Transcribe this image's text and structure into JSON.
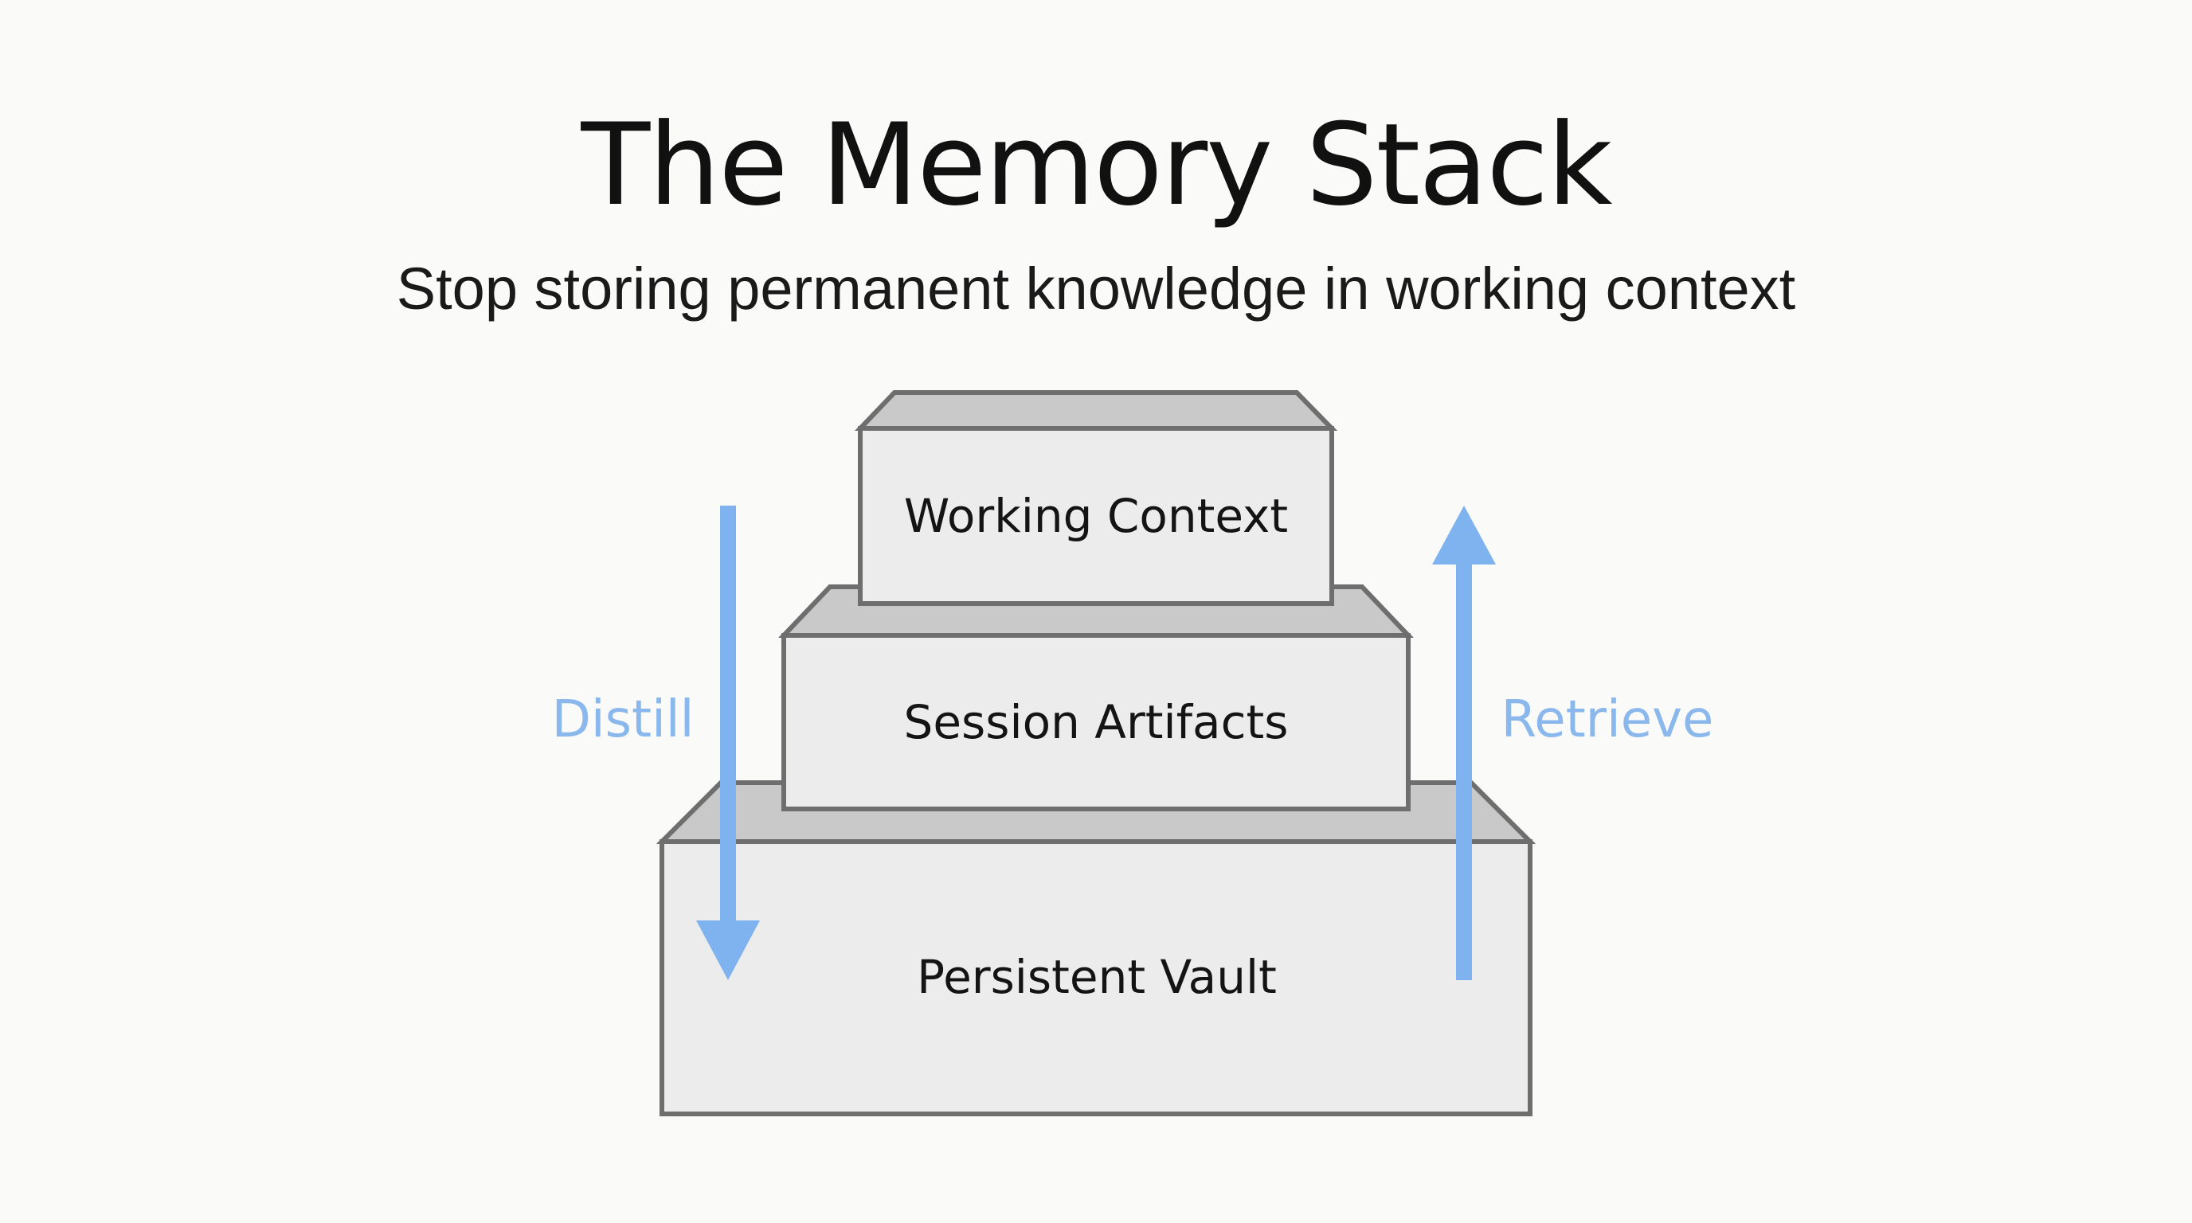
{
  "header": {
    "title": "The Memory Stack",
    "subtitle": "Stop storing permanent knowledge in working context"
  },
  "layers": [
    {
      "label": "Working Context",
      "level": "top"
    },
    {
      "label": "Session Artifacts",
      "level": "middle"
    },
    {
      "label": "Persistent Vault",
      "level": "bottom"
    }
  ],
  "flows": {
    "down": {
      "label": "Distill",
      "direction": "down",
      "icon": "arrow-down-icon"
    },
    "up": {
      "label": "Retrieve",
      "direction": "up",
      "icon": "arrow-up-icon"
    }
  },
  "colors": {
    "background": "#fafaf9",
    "text": "#111111",
    "box_front": "#ececec",
    "box_top": "#c9c9c9",
    "box_stroke": "#6e6e6e",
    "arrow": "#7fb3ef",
    "flow_label": "#8ab8ec"
  }
}
